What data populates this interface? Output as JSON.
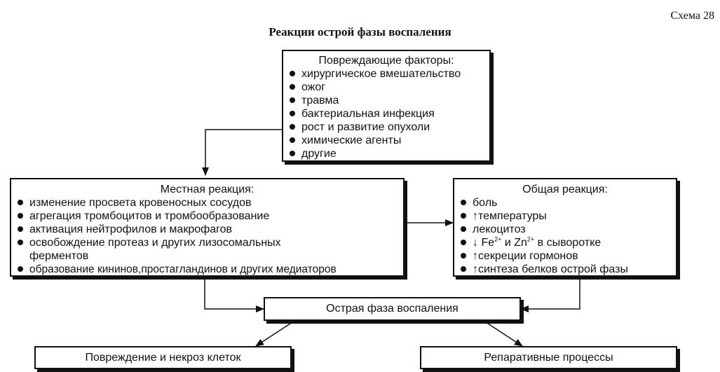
{
  "scheme_label": "Схема 28",
  "title": "Реакции острой фазы воспаления",
  "damaging_factors": {
    "heading": "Повреждающие факторы:",
    "items": [
      "хирургическое вмешательство",
      "ожог",
      "травма",
      "бактериальная инфекция",
      "рост и развитие опухоли",
      "химические агенты",
      "другие"
    ]
  },
  "local_reaction": {
    "heading": "Местная реакция:",
    "items": [
      "изменение просвета кровеносных сосудов",
      "агрегация тромбоцитов и тромбообразование",
      "активация нейтрофилов и макрофагов",
      "освобождение протеаз и других лизосомальных ферментов",
      "образование кининов,простагландинов и других медиаторов"
    ]
  },
  "general_reaction": {
    "heading": "Общая реакция:",
    "items": [
      {
        "arrow": "",
        "text": "боль"
      },
      {
        "arrow": "↑",
        "text": "температуры"
      },
      {
        "arrow": "",
        "text": "лекоцитоз"
      },
      {
        "arrow": "↓",
        "text": "в сыворотке",
        "ion1": "Fe",
        "ion1_charge": "2+",
        "conj": "и",
        "ion2": "Zn",
        "ion2_charge": "2+"
      },
      {
        "arrow": "↑",
        "text": "секреции гормонов"
      },
      {
        "arrow": "↑",
        "text": "синтеза белков острой фазы"
      }
    ]
  },
  "acute_phase": "Острая фаза воспаления",
  "outcome_damage": "Повреждение и некроз клеток",
  "outcome_repair": "Репаративные процессы"
}
